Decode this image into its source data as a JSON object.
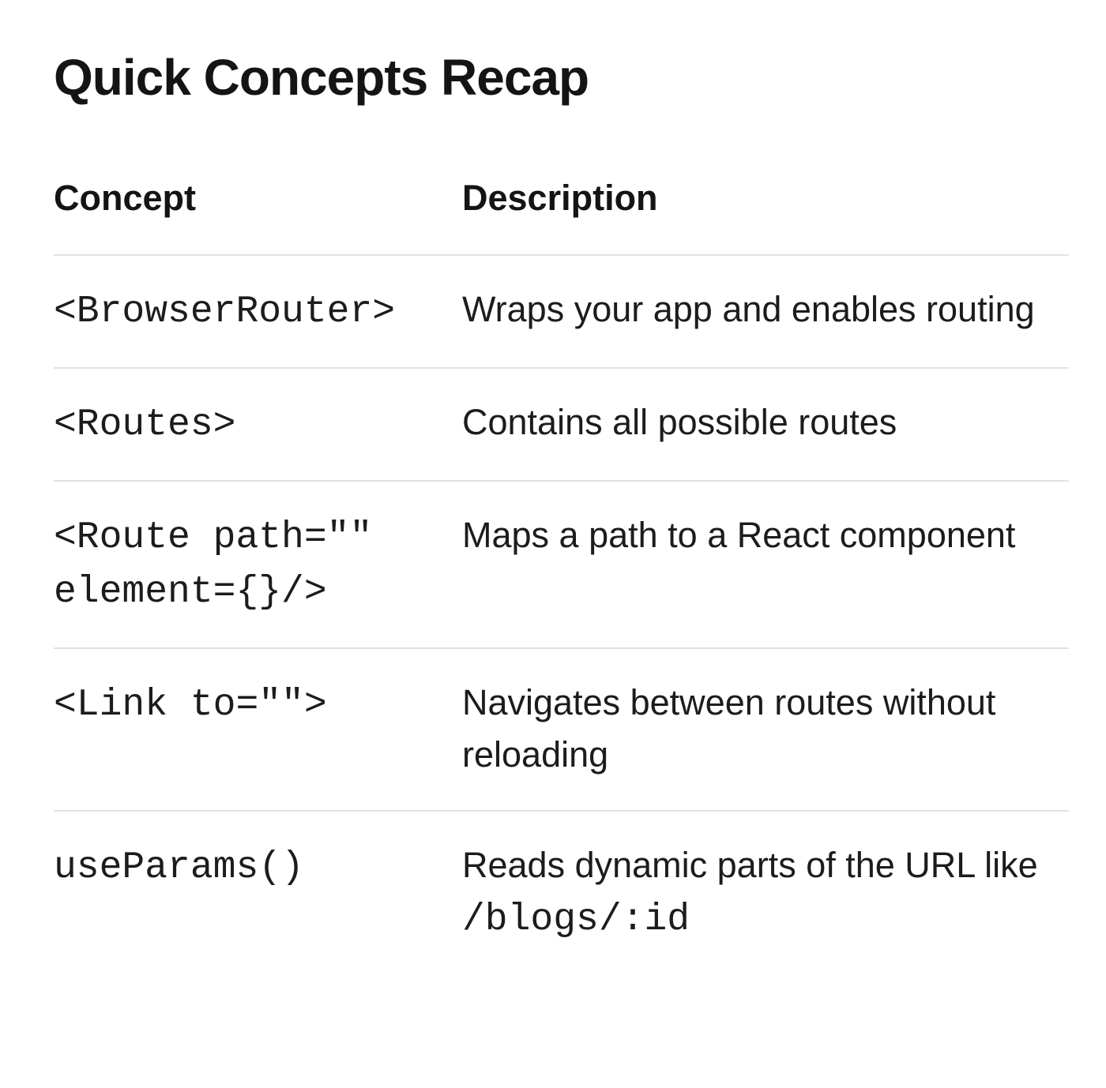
{
  "page": {
    "title": "Quick Concepts Recap"
  },
  "table": {
    "headers": {
      "concept": "Concept",
      "description": "Description"
    },
    "rows": [
      {
        "concept": "<BrowserRouter>",
        "description": "Wraps your app and enables routing"
      },
      {
        "concept": "<Routes>",
        "description": "Contains all possible routes"
      },
      {
        "concept": "<Route path=\"\" element={}/>",
        "description": "Maps a path to a React component"
      },
      {
        "concept": "<Link to=\"\">",
        "description": "Navigates between routes without reloading"
      },
      {
        "concept": "useParams()",
        "description": "Reads dynamic parts of the URL like ",
        "description_code": "/blogs/:id"
      }
    ]
  },
  "colors": {
    "text": "#1c1c1c",
    "divider": "#e2e2e2",
    "background": "#ffffff"
  }
}
